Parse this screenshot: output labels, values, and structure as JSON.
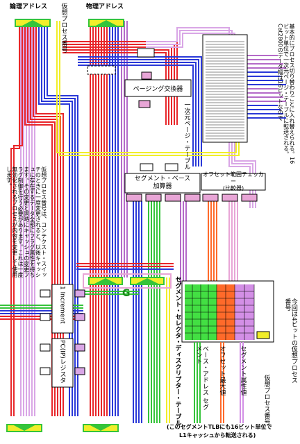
{
  "labels": {
    "logical_address": "論理アドレス",
    "physical_address": "物理アドレス",
    "virtual_process_number": "仮想プロセス番号",
    "paging_converter": "ページング交換器",
    "one_dim_page_table": "一次元ページ・テーブル",
    "segment_base_adder_line1": "セグメント・ベース",
    "segment_base_adder_line2": "加算器",
    "offset_checker_line1": "オフセット範囲チェッカー",
    "offset_checker_line2": "(比較器)",
    "increment": "1 Increment",
    "pc_register": "PC(IP)レジスタ",
    "segment_selector_table": "セグメント・セレクタ・ディスクリプター・テーブル",
    "g_mark": "G",
    "col_base_address": "ベース・アドレス セグメント",
    "col_offset_max": "オフセット最大値",
    "col_segment_attr": "セグメント属性値",
    "col_virtual_process": "仮想プロセス番号",
    "four_bit_note": "今回は4ビットの仮想プロセス番号",
    "bottom_note_line1": "(このセグメントTLBにも16ビット単位で",
    "bottom_note_line2": "L1キャッシュから転送される)"
  },
  "notes": {
    "top_right": "基本的にプロセス切り替わりごとに入れ替えられる。16ビット単位で一次元ページ・テーブルに転送される。Cat2800のデータ幅は16ビットなので",
    "middle_left": "仮想プロセス番号は、コンテクスト・スイッチのときに一度変更されると、以後キャッシュに存在するデータ全部にフラグ属性を持ちます。その変更と同時にキャッシュの変更フラグ制御を行う必要があります。これは一度無効化されるプロセスが内容を変更して使用します。"
  },
  "colors": {
    "red": "#e8262a",
    "blue": "#2a38d8",
    "green": "#35c43a",
    "purple": "#b46ac8",
    "lavender": "#d9a6e6",
    "pink": "#e8a5d6",
    "yellow": "#f1ee2a",
    "orange": "#ff6a2a",
    "table_green": "#43df43",
    "table_purple": "#d38fe6",
    "g_green": "#1a8a1a"
  }
}
